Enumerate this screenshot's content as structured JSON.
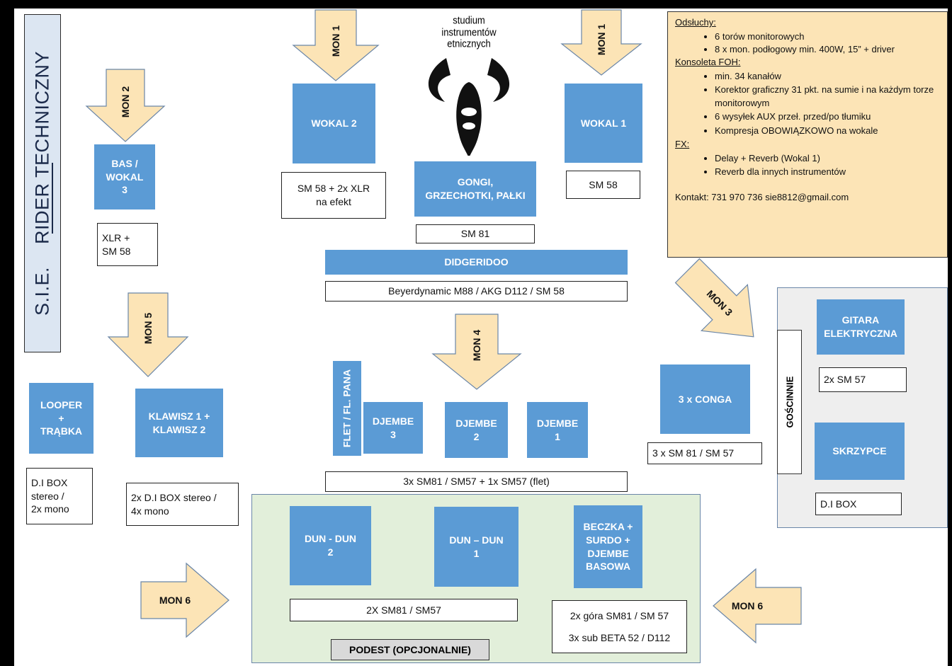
{
  "title": {
    "text": "S.I.E.    RIDER TECHNICZNY"
  },
  "logo": {
    "text": "studium\ninstrumentów\netnicznych"
  },
  "info": {
    "monitors_heading": "Odsłuchy:",
    "monitors_items": [
      "6 torów monitorowych",
      "8 x mon. podłogowy min. 400W, 15” + driver"
    ],
    "foh_heading": "Konsoleta FOH:",
    "foh_items": [
      "min. 34 kanałów",
      "Korektor graficzny 31 pkt. na sumie i na każdym torze monitorowym",
      "6 wysyłek AUX przeł. przed/po tłumiku",
      "Kompresja OBOWIĄZKOWO na wokale"
    ],
    "fx_heading": "FX:",
    "fx_items": [
      "Delay + Reverb  (Wokal 1)",
      "Reverb dla innych instrumentów"
    ],
    "contact": "Kontakt:  731 970 736 sie8812@gmail.com"
  },
  "monitors": {
    "mon1_left": "MON 1",
    "mon1_right": "MON 1",
    "mon2": "MON 2",
    "mon3": "MON 3",
    "mon4": "MON 4",
    "mon5": "MON 5",
    "mon6_left": "MON 6",
    "mon6_right": "MON 6"
  },
  "instruments": {
    "wokal2": "WOKAL 2",
    "wokal1": "WOKAL 1",
    "bas": "BAS /\nWOKAL\n3",
    "gongi": "GONGI,\nGRZECHOTKI, PAŁKI",
    "didgeridoo": "DIDGERIDOO",
    "flet": "FLET / FL. PANA",
    "djembe3": "DJEMBE\n3",
    "djembe2": "DJEMBE\n2",
    "djembe1": "DJEMBE\n1",
    "looper": "LOOPER\n+\nTRĄBKA",
    "klawisz": "KLAWISZ 1 +\nKLAWISZ 2",
    "conga": "3 x CONGA",
    "gitara": "GITARA\nELEKTRYCZNA",
    "skrzypce": "SKRZYPCE",
    "dundun2": "DUN - DUN\n2",
    "dundun1": "DUN – DUN\n1",
    "beczka": "BECZKA +\nSURDO +\nDJEMBE\nBASOWA"
  },
  "mics": {
    "wokal2": "SM 58 + 2x XLR\nna efekt",
    "wokal1": "SM 58",
    "bas": "XLR +\nSM 58",
    "gongi": "SM 81",
    "didgeridoo": "Beyerdynamic M88 / AKG D112 / SM 58",
    "djembe": "3x SM81 / SM57 + 1x SM57 (flet)",
    "looper": "D.I BOX\nstereo /\n2x mono",
    "klawisz": "2x D.I BOX stereo /\n4x mono",
    "conga": "3 x SM 81 / SM 57",
    "gitara": "2x SM 57",
    "skrzypce": "D.I BOX",
    "dundun": "2X SM81 / SM57",
    "beczka_top": "2x góra SM81 / SM 57",
    "beczka_sub": "3x sub BETA 52 / D112"
  },
  "guest": {
    "label": "GOŚCINNIE"
  },
  "podest": {
    "label": "PODEST (OPCJONALNIE)"
  },
  "colors": {
    "box_blue": "#5b9bd5",
    "arrow_fill": "#fce4b6",
    "info_bg": "#fce4b6",
    "podest_bg": "#e2efda",
    "guest_bg": "#eeeeee"
  }
}
